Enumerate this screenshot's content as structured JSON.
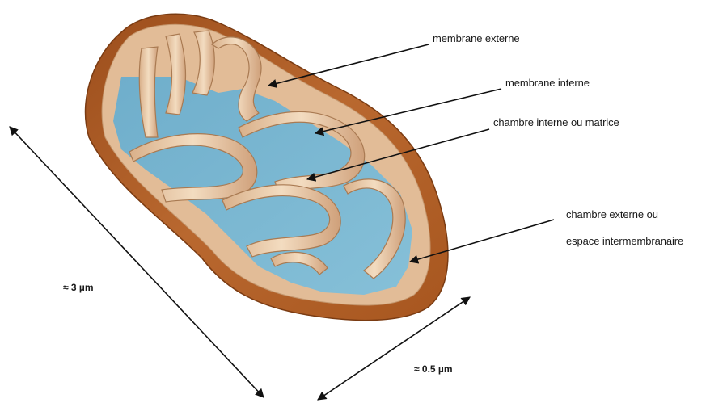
{
  "labels": {
    "outer_membrane": "membrane externe",
    "inner_membrane": "membrane interne",
    "matrix": "chambre interne ou matrice",
    "intermembrane_line1": "chambre externe ou",
    "intermembrane_line2": "espace intermembranaire"
  },
  "dimensions": {
    "length": "≈ 3 µm",
    "width": "≈ 0.5 µm"
  },
  "colors": {
    "outer_shell": "#b4622a",
    "membrane": "#e8c7a4",
    "matrix": "#79b6cf",
    "arrow": "#111111"
  }
}
